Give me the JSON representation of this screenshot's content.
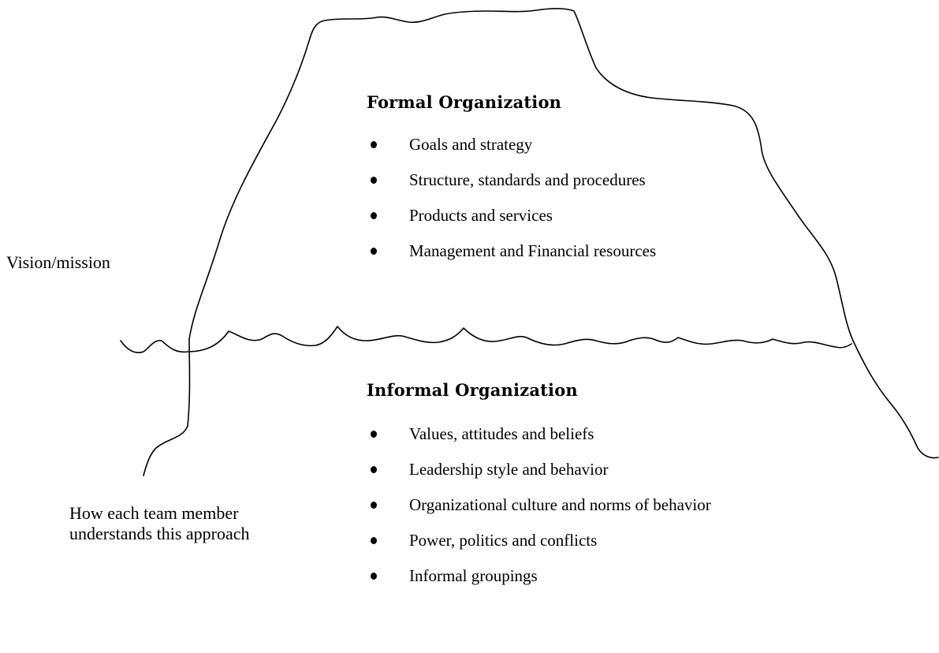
{
  "labels": {
    "left_top": "Vision/mission",
    "left_bottom_line1": "How each team member",
    "left_bottom_line2": "understands this approach"
  },
  "formal": {
    "title": "Formal Organization",
    "items": [
      "Goals and strategy",
      "Structure, standards and procedures",
      "Products and services",
      "Management and Financial resources"
    ]
  },
  "informal": {
    "title": "Informal Organization",
    "items": [
      "Values, attitudes and beliefs",
      "Leadership style and behavior",
      "Organizational culture and norms of behavior",
      "Power, politics and conflicts",
      "Informal groupings"
    ]
  },
  "colors": {
    "line": "#000000",
    "background": "#ffffff"
  }
}
